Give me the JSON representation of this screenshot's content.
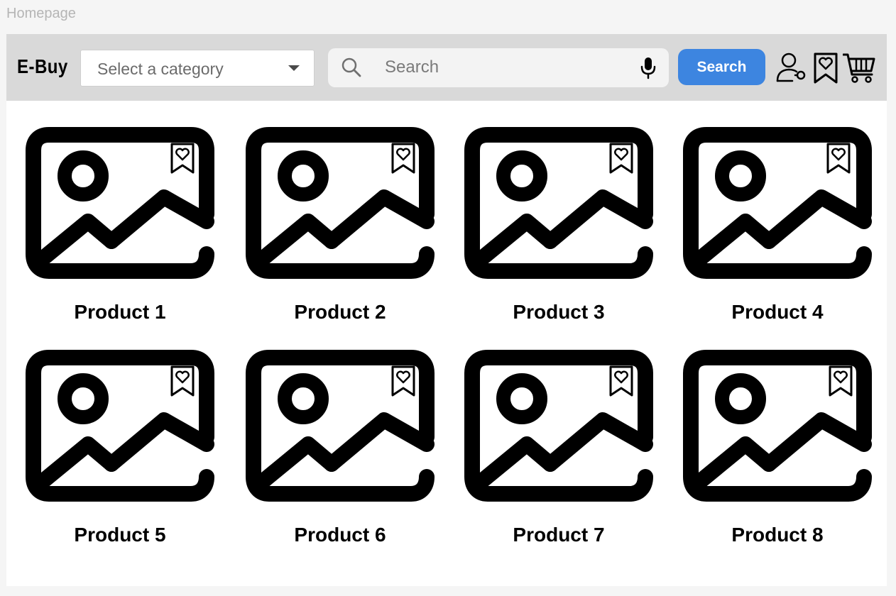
{
  "page_label": "Homepage",
  "header": {
    "logo": "E-Buy",
    "category": {
      "placeholder": "Select a category"
    },
    "search": {
      "placeholder": "Search",
      "value": ""
    },
    "search_button_label": "Search",
    "icons": [
      "account-icon",
      "wishlist-icon",
      "cart-icon"
    ]
  },
  "products": [
    {
      "name": "Product 1"
    },
    {
      "name": "Product 2"
    },
    {
      "name": "Product 3"
    },
    {
      "name": "Product 4"
    },
    {
      "name": "Product 5"
    },
    {
      "name": "Product 6"
    },
    {
      "name": "Product 7"
    },
    {
      "name": "Product 8"
    }
  ],
  "colors": {
    "header_bg": "#d9d9d9",
    "search_button": "#3d85e0",
    "background": "#f5f5f5"
  }
}
